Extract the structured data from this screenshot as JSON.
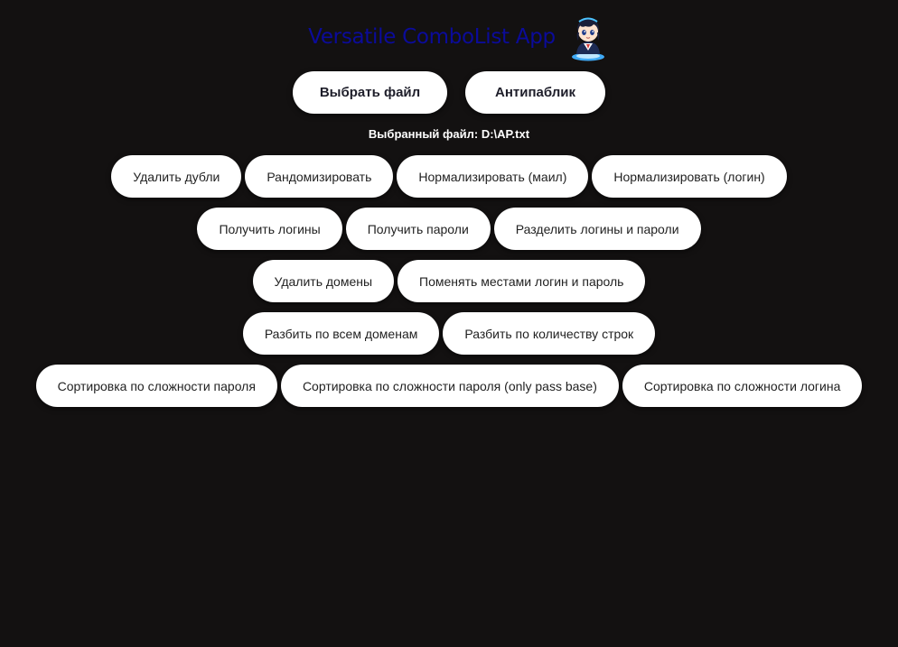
{
  "header": {
    "title": "Versatile ComboList App"
  },
  "top_buttons": {
    "select_file": "Выбрать файл",
    "antipublic": "Антипаблик"
  },
  "selected_file": {
    "label": "Выбранный файл:",
    "value": "D:\\AP.txt"
  },
  "actions": {
    "row1": [
      "Удалить дубли",
      "Рандомизировать",
      "Нормализировать (маил)",
      "Нормализировать (логин)"
    ],
    "row2": [
      "Получить логины",
      "Получить пароли",
      "Разделить логины и пароли"
    ],
    "row3": [
      "Удалить домены",
      "Поменять местами логин и пароль"
    ],
    "row4": [
      "Разбить по всем доменам",
      "Разбить по количеству строк"
    ],
    "row5": [
      "Сортировка по сложности пароля",
      "Сортировка по сложности пароля (only pass base)",
      "Сортировка по сложности логина"
    ]
  },
  "colors": {
    "background": "#131111",
    "title": "#0b0b9a",
    "button": "#ffffff"
  }
}
